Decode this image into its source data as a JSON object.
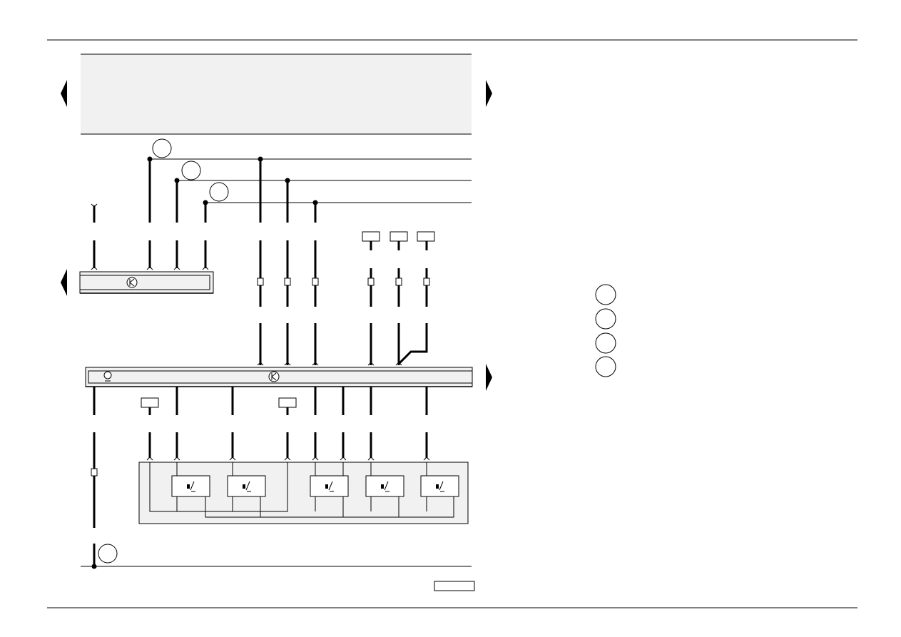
{
  "colors": {
    "background": "#ffffff",
    "line": "#000000",
    "panel_fill": "#f1f1f1",
    "module_fill": "#f1f1f1"
  },
  "navigation": {
    "left_arrows": [
      "nav-left-arrow-top",
      "nav-left-arrow-middle"
    ],
    "right_arrows": [
      "nav-right-arrow-top",
      "nav-right-arrow-bottom"
    ]
  },
  "diagram": {
    "type": "wiring-diagram",
    "legend_markers": [
      "circle-marker",
      "circle-marker",
      "circle-marker",
      "circle-marker"
    ],
    "icons": [
      "control-unit-icon",
      "control-unit-icon",
      "warning-lamp-icon",
      "sensor-icon",
      "sensor-icon",
      "sensor-icon",
      "sensor-icon",
      "sensor-icon"
    ]
  }
}
